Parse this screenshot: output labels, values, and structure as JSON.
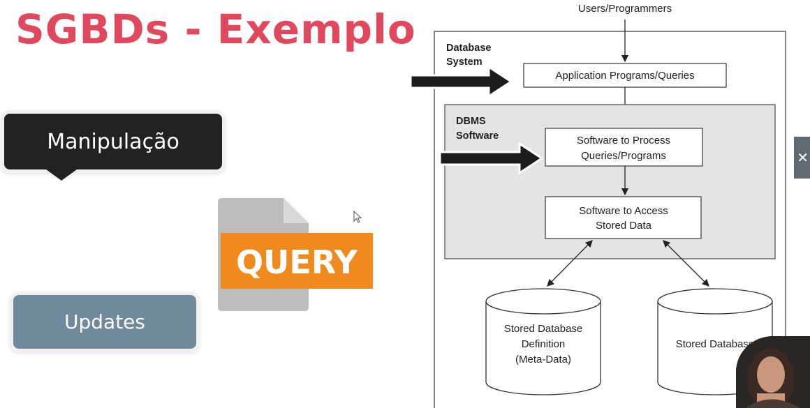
{
  "slide": {
    "title": "SGBDs - Exemplo",
    "manipulacao_label": "Manipulação",
    "updates_label": "Updates",
    "query_label": "QUERY"
  },
  "diagram": {
    "top_label": "Users/Programmers",
    "db_system_label_line1": "Database",
    "db_system_label_line2": "System",
    "app_programs": "Application Programs/Queries",
    "dbms_label_line1": "DBMS",
    "dbms_label_line2": "Software",
    "process_line1": "Software to Process",
    "process_line2": "Queries/Programs",
    "access_line1": "Software to Access",
    "access_line2": "Stored Data",
    "meta_line1": "Stored Database",
    "meta_line2": "Definition",
    "meta_line3": "(Meta-Data)",
    "stored_db": "Stored Database"
  },
  "overlay": {
    "side_tab_icon": "close-icon",
    "webcam": "presenter-webcam"
  },
  "colors": {
    "title": "#e0485e",
    "dark_pill": "#222222",
    "blue_pill": "#708a9b",
    "query_orange": "#ef8a1c",
    "dbms_fill": "#e4e4e4"
  }
}
